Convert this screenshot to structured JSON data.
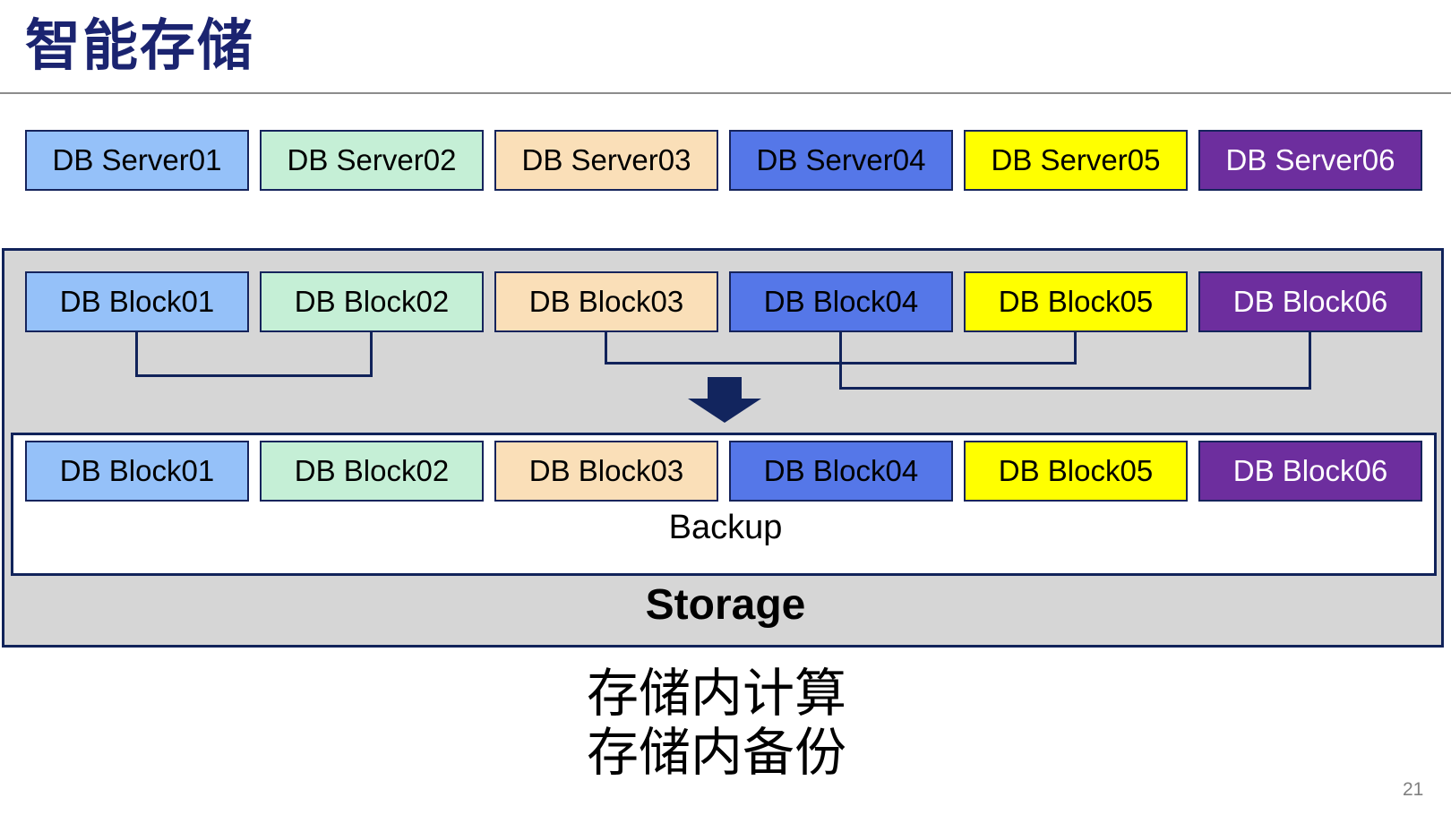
{
  "slide": {
    "title": "智能存储",
    "page_number": "21",
    "caption_line1": "存储内计算",
    "caption_line2": "存储内备份"
  },
  "palette": [
    {
      "name": "light-blue",
      "fill": "#95C1F9",
      "text": "#000000"
    },
    {
      "name": "mint-green",
      "fill": "#C5EFD6",
      "text": "#000000"
    },
    {
      "name": "wheat",
      "fill": "#FADFB8",
      "text": "#000000"
    },
    {
      "name": "medium-blue",
      "fill": "#5577E8",
      "text": "#000000"
    },
    {
      "name": "yellow",
      "fill": "#FFFF00",
      "text": "#000000"
    },
    {
      "name": "purple",
      "fill": "#6D2E9E",
      "text": "#FFFFFF"
    }
  ],
  "colors": {
    "title_navy": "#1B2470",
    "border_navy": "#16245C",
    "container_gray": "#D6D6D6",
    "arrow_navy": "#12255E",
    "rule_gray": "#8C8C8C",
    "page_number_gray": "#808080"
  },
  "server_row": {
    "items": [
      {
        "label": "DB Server01"
      },
      {
        "label": "DB Server02"
      },
      {
        "label": "DB Server03"
      },
      {
        "label": "DB Server04"
      },
      {
        "label": "DB Server05"
      },
      {
        "label": "DB Server06"
      }
    ]
  },
  "storage": {
    "label": "Storage",
    "backup_label": "Backup",
    "block_row_top": {
      "items": [
        {
          "label": "DB Block01"
        },
        {
          "label": "DB Block02"
        },
        {
          "label": "DB Block03"
        },
        {
          "label": "DB Block04"
        },
        {
          "label": "DB Block05"
        },
        {
          "label": "DB Block06"
        }
      ]
    },
    "block_row_backup": {
      "items": [
        {
          "label": "DB Block01"
        },
        {
          "label": "DB Block02"
        },
        {
          "label": "DB Block03"
        },
        {
          "label": "DB Block04"
        },
        {
          "label": "DB Block05"
        },
        {
          "label": "DB Block06"
        }
      ]
    },
    "connections": [
      {
        "from": "DB Block01",
        "to": "DB Block02"
      },
      {
        "from": "DB Block03",
        "to": "DB Block05"
      },
      {
        "from": "DB Block04",
        "to": "DB Block06"
      }
    ]
  }
}
